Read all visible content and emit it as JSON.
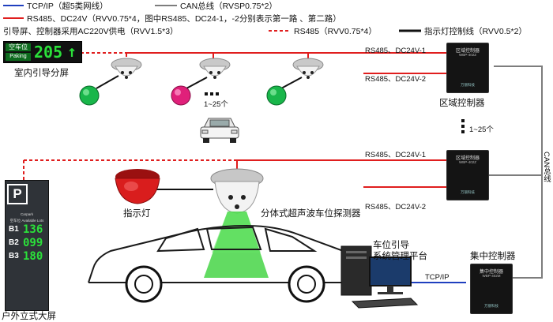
{
  "legend": {
    "tcpip": "TCP/IP（超5类网线）",
    "can": "CAN总线（RVSP0.75*2）",
    "rs485_dc24": "RS485、DC24V（RVV0.75*4，图中RS485、DC24-1，-2分别表示第一路 、第二路）",
    "power": "引导屏、控制器采用AC220V供电（RVV1.5*3）",
    "rs485_dashed": "RS485（RVV0.75*4）",
    "indicator": "指示灯控制线（RVV0.5*2）"
  },
  "indoor_screen": {
    "label_top": "空车位",
    "label_bottom": "Paking",
    "count": "205",
    "caption": "室内引导分屏"
  },
  "zone": {
    "rs1": "RS485、DC24V-1",
    "rs2": "RS485、DC24V-2",
    "rs3": "RS485、DC24V-1",
    "rs4": "RS485、DC24V-2",
    "range_a": "1~25个",
    "range_b": "1~25个",
    "zone_controller": "区域控制器",
    "can_bus": "CAN总线"
  },
  "device_box": {
    "cn": "区域控制器",
    "model": "WBP-402Z",
    "brand": "万丽科技"
  },
  "central_box": {
    "cn": "集中控制器",
    "model": "WBP-402M",
    "brand": "万丽科技"
  },
  "indicator_label": "指示灯",
  "detector_label": "分体式超声波车位探测器",
  "platform_label_1": "车位引导",
  "platform_label_2": "系统管理平台",
  "tcpip_label": "TCP/IP",
  "central_label": "集中控制器",
  "outdoor": {
    "p": "P",
    "header": "空车位  Available Lots",
    "sub": "Carpark",
    "rows": [
      {
        "floor": "B1",
        "value": "136"
      },
      {
        "floor": "B2",
        "value": "099"
      },
      {
        "floor": "B3",
        "value": "180"
      }
    ],
    "caption": "户外立式大屏"
  },
  "colors": {
    "red": "#e01e1e",
    "gray": "#7d7d7d",
    "blue": "#1f3fbf",
    "black": "#111111",
    "led_green": "#2be03a"
  }
}
